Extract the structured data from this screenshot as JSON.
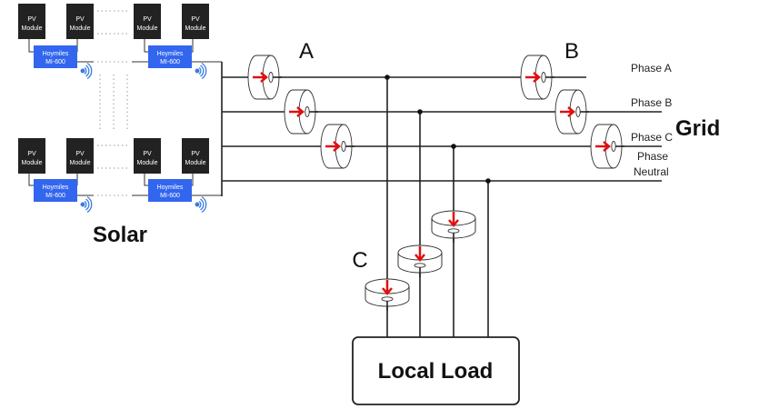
{
  "solar": {
    "label": "Solar",
    "module_label_1": "PV",
    "module_label_2": "Module",
    "inverter_label_1": "Hoymiles",
    "inverter_label_2": "MI-600"
  },
  "grid": {
    "label": "Grid",
    "phases": [
      "Phase A",
      "Phase B",
      "Phase C",
      "Neutral"
    ],
    "overlap_text": "Phase"
  },
  "ct_groups": {
    "a": "A",
    "b": "B",
    "c": "C"
  },
  "load": {
    "label": "Local Load"
  },
  "colors": {
    "inverter": "#3366ee",
    "arrow": "#e01010",
    "wifi": "#3a7be0"
  }
}
